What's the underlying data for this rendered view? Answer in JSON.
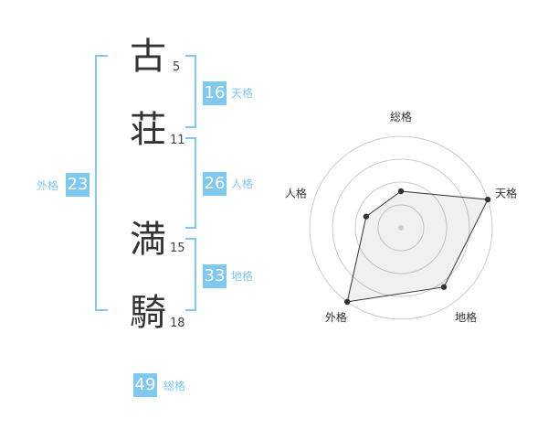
{
  "name": {
    "chars": [
      {
        "char": "古",
        "strokes": "5"
      },
      {
        "char": "荘",
        "strokes": "11"
      },
      {
        "char": "満",
        "strokes": "15"
      },
      {
        "char": "騎",
        "strokes": "18"
      }
    ]
  },
  "fortunes": {
    "ten": {
      "label": "天格",
      "value": "16"
    },
    "jin": {
      "label": "人格",
      "value": "26"
    },
    "chi": {
      "label": "地格",
      "value": "33"
    },
    "gai": {
      "label": "外格",
      "value": "23"
    },
    "sou": {
      "label": "総格",
      "value": "49"
    }
  },
  "colors": {
    "accent": "#7fc8f0",
    "text": "#333333"
  },
  "chart_data": {
    "type": "radar",
    "axes": [
      "総格",
      "天格",
      "地格",
      "外格",
      "人格"
    ],
    "values": [
      0.4,
      1.0,
      0.8,
      1.0,
      0.4
    ],
    "rings": 4,
    "max": 1.0
  }
}
